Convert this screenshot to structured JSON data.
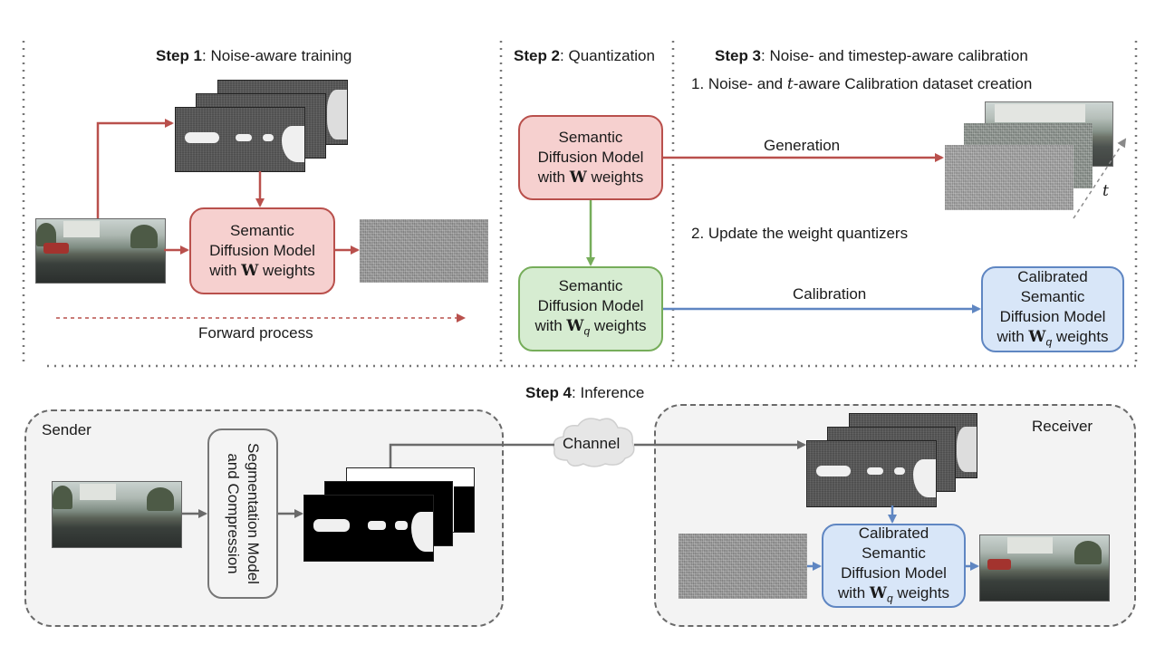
{
  "colors": {
    "red": "#b9504c",
    "green": "#76ad5a",
    "blue": "#5f86c2",
    "gray": "#6a6a6a"
  },
  "steps": {
    "step1": {
      "bold": "Step 1",
      "rest": ": Noise-aware training"
    },
    "step2": {
      "bold": "Step 2",
      "rest": ": Quantization"
    },
    "step3": {
      "bold": "Step 3",
      "rest": ": Noise- and timestep-aware calibration"
    },
    "step4": {
      "bold": "Step 4",
      "rest": ": Inference"
    }
  },
  "step1": {
    "model_line1": "Semantic",
    "model_line2": "Diffusion Model",
    "model_line3_pre": "with ",
    "model_line3_w": "W",
    "model_line3_post": " weights",
    "forward_label": "Forward process"
  },
  "step2": {
    "model_w_line1": "Semantic",
    "model_w_line2": "Diffusion Model",
    "model_w_line3_pre": "with ",
    "model_w_line3_w": "W",
    "model_w_line3_post": " weights",
    "model_wq_line1": "Semantic",
    "model_wq_line2": "Diffusion Model",
    "model_wq_line3_pre": "with ",
    "model_wq_line3_w": "W",
    "model_wq_line3_sub": "q",
    "model_wq_line3_post": " weights"
  },
  "step3": {
    "sub1_pre": "1. Noise- and ",
    "sub1_t": "t",
    "sub1_post": "-aware Calibration dataset creation",
    "sub2": "2. Update the weight quantizers",
    "generation_label": "Generation",
    "calibration_label": "Calibration",
    "t_axis_label": "t",
    "calibrated_line1": "Calibrated",
    "calibrated_line2": "Semantic",
    "calibrated_line3": "Diffusion Model",
    "calibrated_line4_pre": "with ",
    "calibrated_line4_w": "W",
    "calibrated_line4_sub": "q",
    "calibrated_line4_post": " weights"
  },
  "step4": {
    "sender_label": "Sender",
    "receiver_label": "Receiver",
    "channel_label": "Channel",
    "segmentation_line1": "Segmentation Model",
    "segmentation_line2": "and Compression",
    "calibrated_line1": "Calibrated",
    "calibrated_line2": "Semantic",
    "calibrated_line3": "Diffusion Model",
    "calibrated_line4_pre": "with ",
    "calibrated_line4_w": "W",
    "calibrated_line4_sub": "q",
    "calibrated_line4_post": " weights"
  }
}
